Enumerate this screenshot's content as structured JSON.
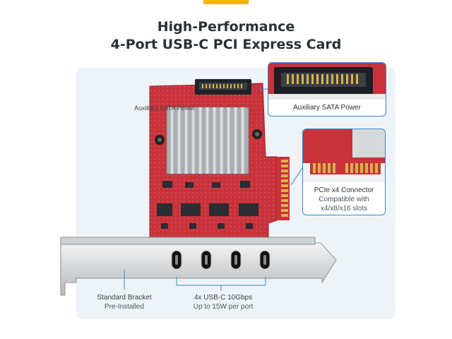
{
  "title": {
    "line1": "High-Performance",
    "line2": "4-Port USB-C PCI Express Card"
  },
  "callouts": {
    "sata": {
      "title": "Auxiliary SATA Power"
    },
    "pcie": {
      "title": "PCIe x4 Connector",
      "line2": "Compatible with",
      "line3": "x4/x8/x16 slots"
    }
  },
  "ghost_label": "Auxiliary SATA Power",
  "labels": {
    "bracket": {
      "line1": "Standard Bracket",
      "line2": "Pre-Installed"
    },
    "ports": {
      "line1": "4x USB-C 10Gbps",
      "line2": "Up to 15W per port"
    }
  },
  "colors": {
    "accent": "#f5b400",
    "callout_border": "#3a86d1",
    "pcb": "#c8323a",
    "gold": "#d9b24a",
    "panel": "#eef3f7"
  },
  "icons": [
    "usb-c-port-icon",
    "heatsink-icon",
    "sata-connector-icon",
    "pcie-edge-connector-icon"
  ]
}
